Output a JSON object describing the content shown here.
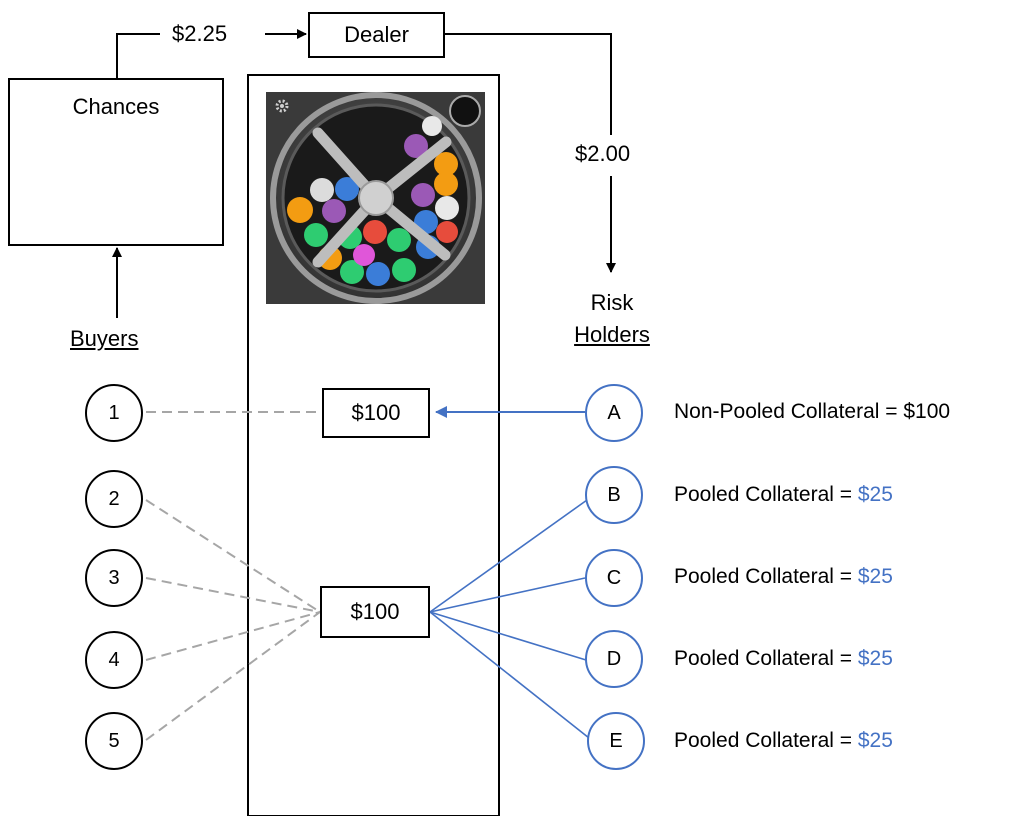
{
  "fees": {
    "buyer_to_dealer": "$2.25",
    "dealer_to_risk_holders": "$2.00"
  },
  "dealer": {
    "label": "Dealer"
  },
  "chances": {
    "label": "Chances"
  },
  "buyers": {
    "label": "Buyers",
    "ids": [
      "1",
      "2",
      "3",
      "4",
      "5"
    ]
  },
  "risk_holders": {
    "label_line1": "Risk",
    "label_line2": "Holders",
    "ids": [
      "A",
      "B",
      "C",
      "D",
      "E"
    ]
  },
  "pots": {
    "non_pooled": "$100",
    "pooled": "$100"
  },
  "collateral": {
    "non_pooled": "Non-Pooled Collateral = $100",
    "pooled_prefix": "Pooled Collateral = ",
    "pooled_amount": "$25"
  },
  "colors": {
    "accent": "#4472c4",
    "dashed": "#a6a6a6",
    "ticket": "#e6a0b4"
  },
  "icons": {
    "lottery_machine": "lottery-drum-icon",
    "settings": "gear-icon"
  }
}
